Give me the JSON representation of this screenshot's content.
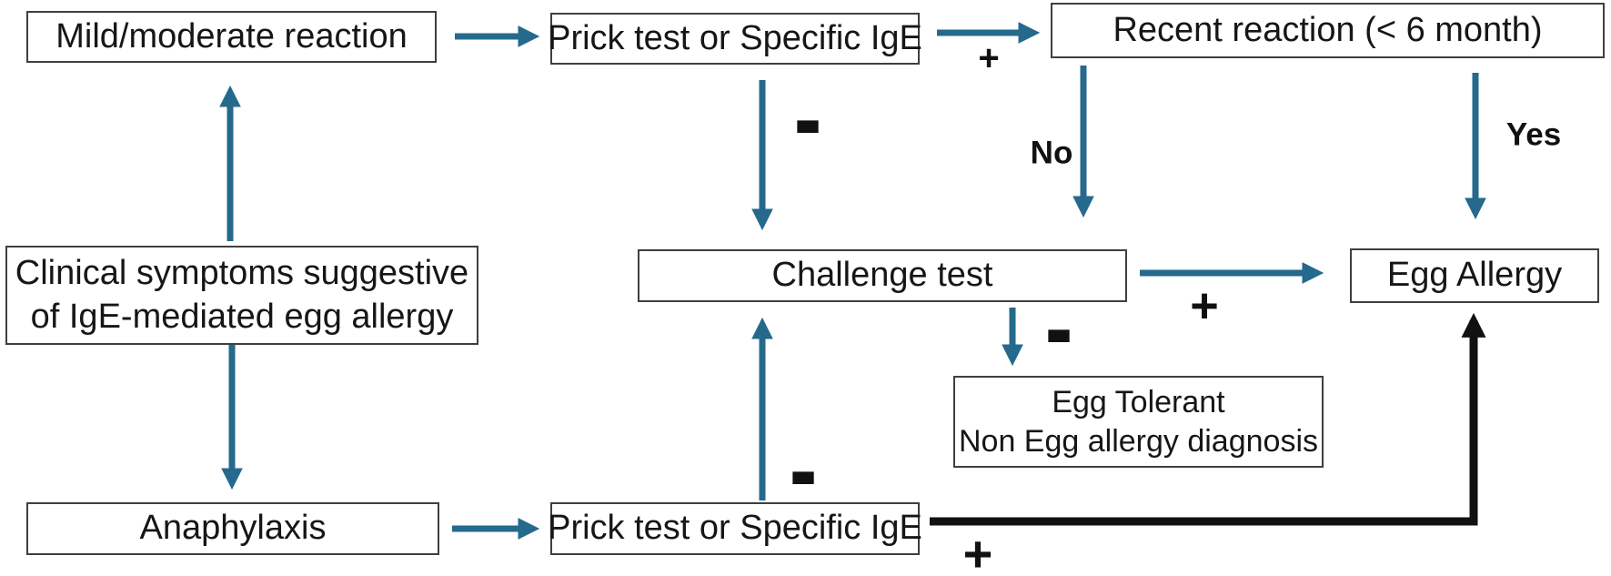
{
  "diagram": {
    "nodes": {
      "mild": {
        "label": "Mild/moderate reaction"
      },
      "prick_top": {
        "label": "Prick test or Specific IgE"
      },
      "recent": {
        "label": "Recent reaction  (< 6 month)"
      },
      "clinical": {
        "line1": "Clinical symptoms suggestive",
        "line2": "of IgE-mediated egg allergy"
      },
      "challenge": {
        "label": "Challenge test"
      },
      "egg_allergy": {
        "label": "Egg Allergy"
      },
      "tolerant": {
        "line1": "Egg Tolerant",
        "line2": "Non Egg allergy diagnosis"
      },
      "anaphylaxis": {
        "label": "Anaphylaxis"
      },
      "prick_bottom": {
        "label": "Prick test or Specific IgE"
      }
    },
    "edge_labels": {
      "plus_top": "+",
      "minus_top": "-",
      "no": "No",
      "yes": "Yes",
      "plus_challenge": "+",
      "minus_challenge": "-",
      "minus_bottom": "-",
      "plus_bottom": "+"
    },
    "colors": {
      "arrow_teal": "#25698C",
      "arrow_black": "#111111",
      "box_border": "#3f3f3f",
      "background": "#ffffff",
      "text": "#161616"
    }
  }
}
